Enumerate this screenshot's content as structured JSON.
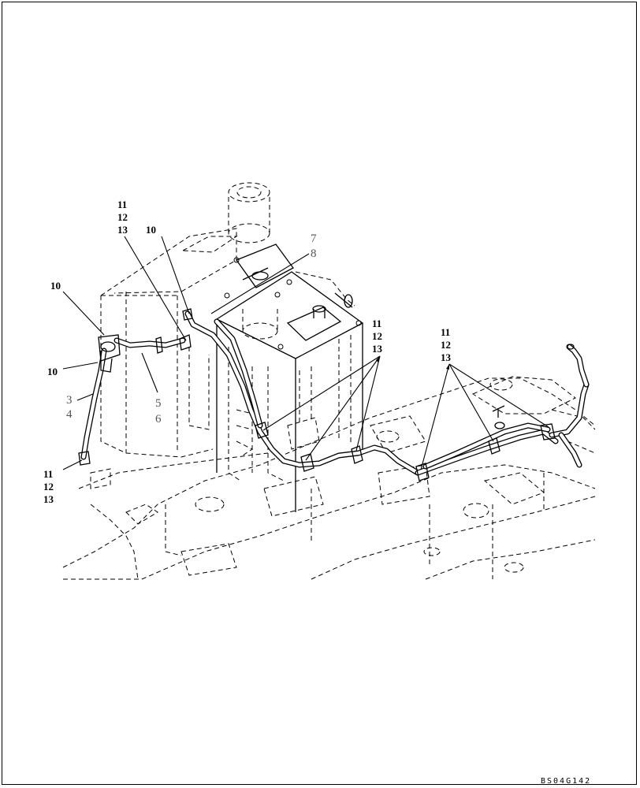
{
  "callouts": {
    "a": [
      "11",
      "12",
      "13"
    ],
    "b": "10",
    "c": [
      "7",
      "8"
    ],
    "d": "10",
    "e": "10",
    "f": [
      "3",
      "4"
    ],
    "g": [
      "5",
      "6"
    ],
    "h": [
      "11",
      "12",
      "13"
    ],
    "i": [
      "11",
      "12",
      "13"
    ],
    "j": [
      "11",
      "12",
      "13"
    ]
  },
  "drawing_code": "BS04G142",
  "colors": {
    "line": "#000000",
    "light_callout": "#555555",
    "background": "#ffffff"
  }
}
